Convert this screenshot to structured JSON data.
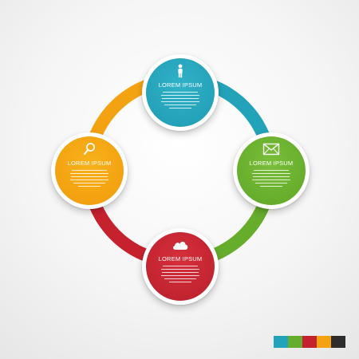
{
  "colors": {
    "teal": "#23a3b9",
    "green": "#66ad2b",
    "red": "#c6222e",
    "orange": "#f3a312",
    "dark": "#2d2d2d"
  },
  "nodes": {
    "top": {
      "title": "LOREM IPSUM",
      "icon": "person-icon",
      "color": "#23a3b9"
    },
    "left": {
      "title": "LOREM IPSUM",
      "icon": "search-icon",
      "color": "#f3a312"
    },
    "right": {
      "title": "LOREM IPSUM",
      "icon": "envelope-icon",
      "color": "#66ad2b"
    },
    "bottom": {
      "title": "LOREM IPSUM",
      "icon": "cloud-icon",
      "color": "#c6222e"
    }
  },
  "ring_segments": [
    {
      "from": "top",
      "to": "right",
      "color": "#23a3b9"
    },
    {
      "from": "right",
      "to": "bottom",
      "color": "#66ad2b"
    },
    {
      "from": "bottom",
      "to": "left",
      "color": "#c6222e"
    },
    {
      "from": "left",
      "to": "top",
      "color": "#f3a312"
    }
  ],
  "palette": [
    "#23a3b9",
    "#66ad2b",
    "#c6222e",
    "#f3a312",
    "#2d2d2d"
  ]
}
